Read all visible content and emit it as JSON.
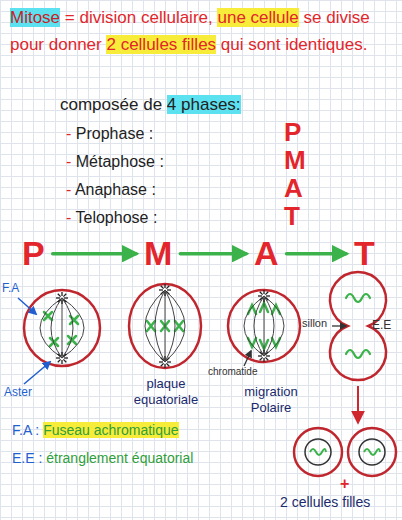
{
  "diagram": {
    "title": "Mitose = division cellulaire, une cellule se divise pour donner 2 cellules filles qui sont identiques.",
    "nodes": [
      {
        "text": [
          "P"
        ]
      },
      {
        "text": [
          "M"
        ]
      },
      {
        "text": [
          "A"
        ]
      },
      {
        "text": [
          "T"
        ]
      }
    ],
    "edges": [
      {
        "from": 0,
        "to": 1,
        "arrow": "to"
      },
      {
        "from": 1,
        "to": 2,
        "arrow": "to"
      },
      {
        "from": 2,
        "to": 3,
        "arrow": "to"
      }
    ],
    "labels": [
      "composée de 4 phases:",
      "- Prophase :",
      "- Métaphose :",
      "- Anaphase :",
      "- Telophose :",
      "P",
      "M",
      "A",
      "T",
      "F.A",
      "Aster",
      "plaque equatoriale",
      "chromatide",
      "migration Polaire",
      "sillon",
      "E.E",
      "+",
      "2 cellules filles"
    ],
    "legend": [
      {
        "text": "F.A : Fuseau achromatique"
      },
      {
        "text": "E.E : étranglement équatorial"
      }
    ]
  }
}
